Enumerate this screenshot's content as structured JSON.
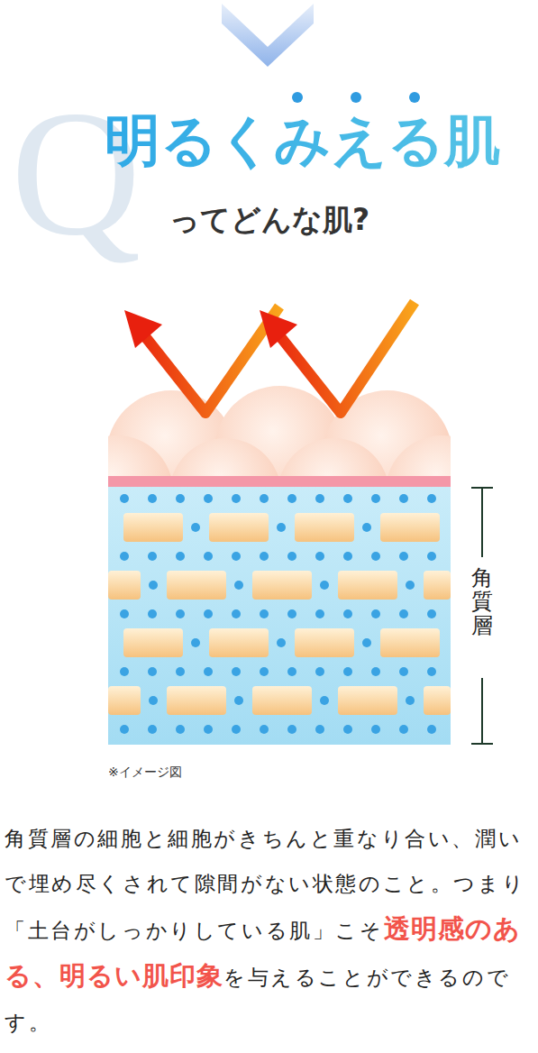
{
  "diagram": {
    "title": "明るくみえる肌",
    "labels": [
      "Q",
      "ってどんな肌?",
      "角質層",
      "※イメージ図",
      "角質層の細胞と細胞がきちんと重なり合い、潤いで埋め尽くされて隙間がない状態のこと。つまり「土台がしっかりしている肌」こそ",
      "透明感のある、明るい肌印象",
      "を与えることができるのです。"
    ]
  }
}
